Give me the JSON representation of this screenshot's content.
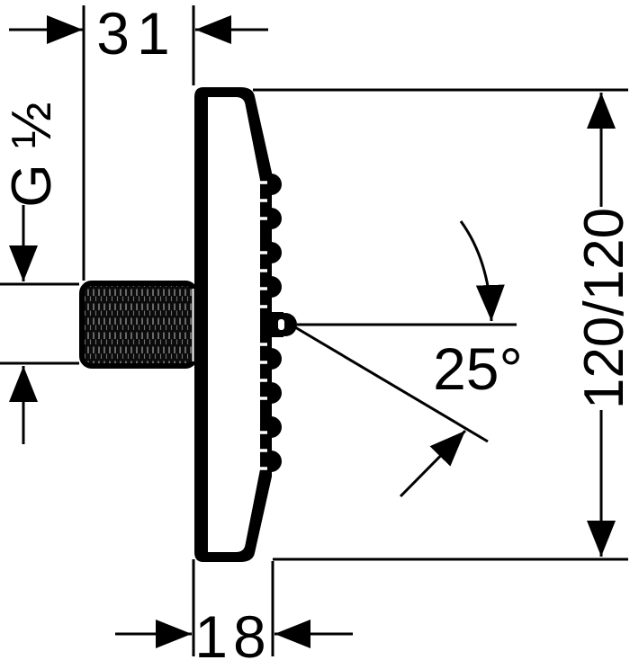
{
  "drawing": {
    "background_color": "#ffffff",
    "line_color": "#000000",
    "labels": {
      "pipe_length": "31",
      "thread_size": "G ½",
      "head_size": "120/120",
      "spray_angle": "25°",
      "head_depth": "18"
    }
  }
}
